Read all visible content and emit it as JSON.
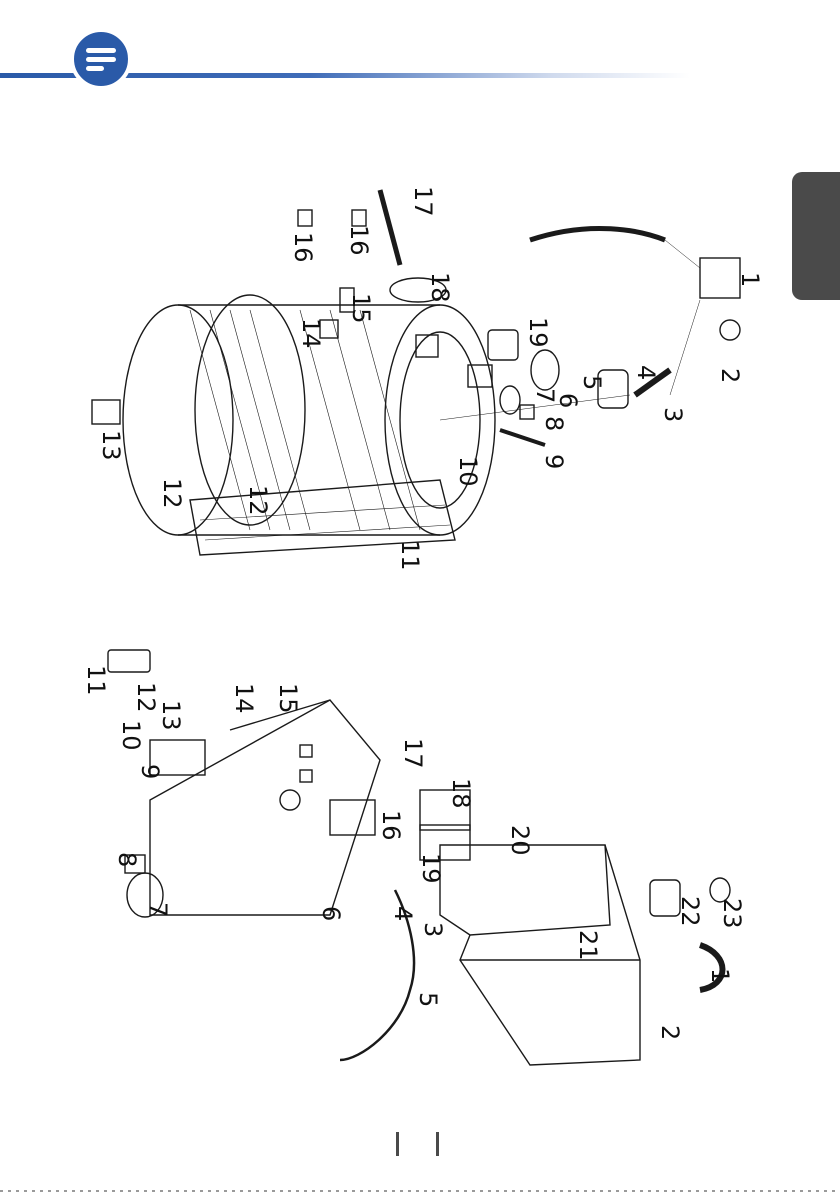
{
  "header": {
    "icon": "document-list-icon",
    "accent_color": "#2a5aa8"
  },
  "side_tab": {
    "color": "#4a4a4a"
  },
  "diagram_top": {
    "callouts": [
      "1",
      "2",
      "3",
      "4",
      "5",
      "6",
      "7",
      "8",
      "9",
      "10",
      "11",
      "12",
      "12",
      "13",
      "14",
      "15",
      "16",
      "16",
      "17",
      "18",
      "19"
    ]
  },
  "diagram_bottom": {
    "callouts": [
      "1",
      "2",
      "3",
      "4",
      "5",
      "6",
      "7",
      "8",
      "9",
      "10",
      "11",
      "12",
      "13",
      "14",
      "15",
      "16",
      "17",
      "18",
      "19",
      "20",
      "21",
      "22",
      "23"
    ]
  }
}
